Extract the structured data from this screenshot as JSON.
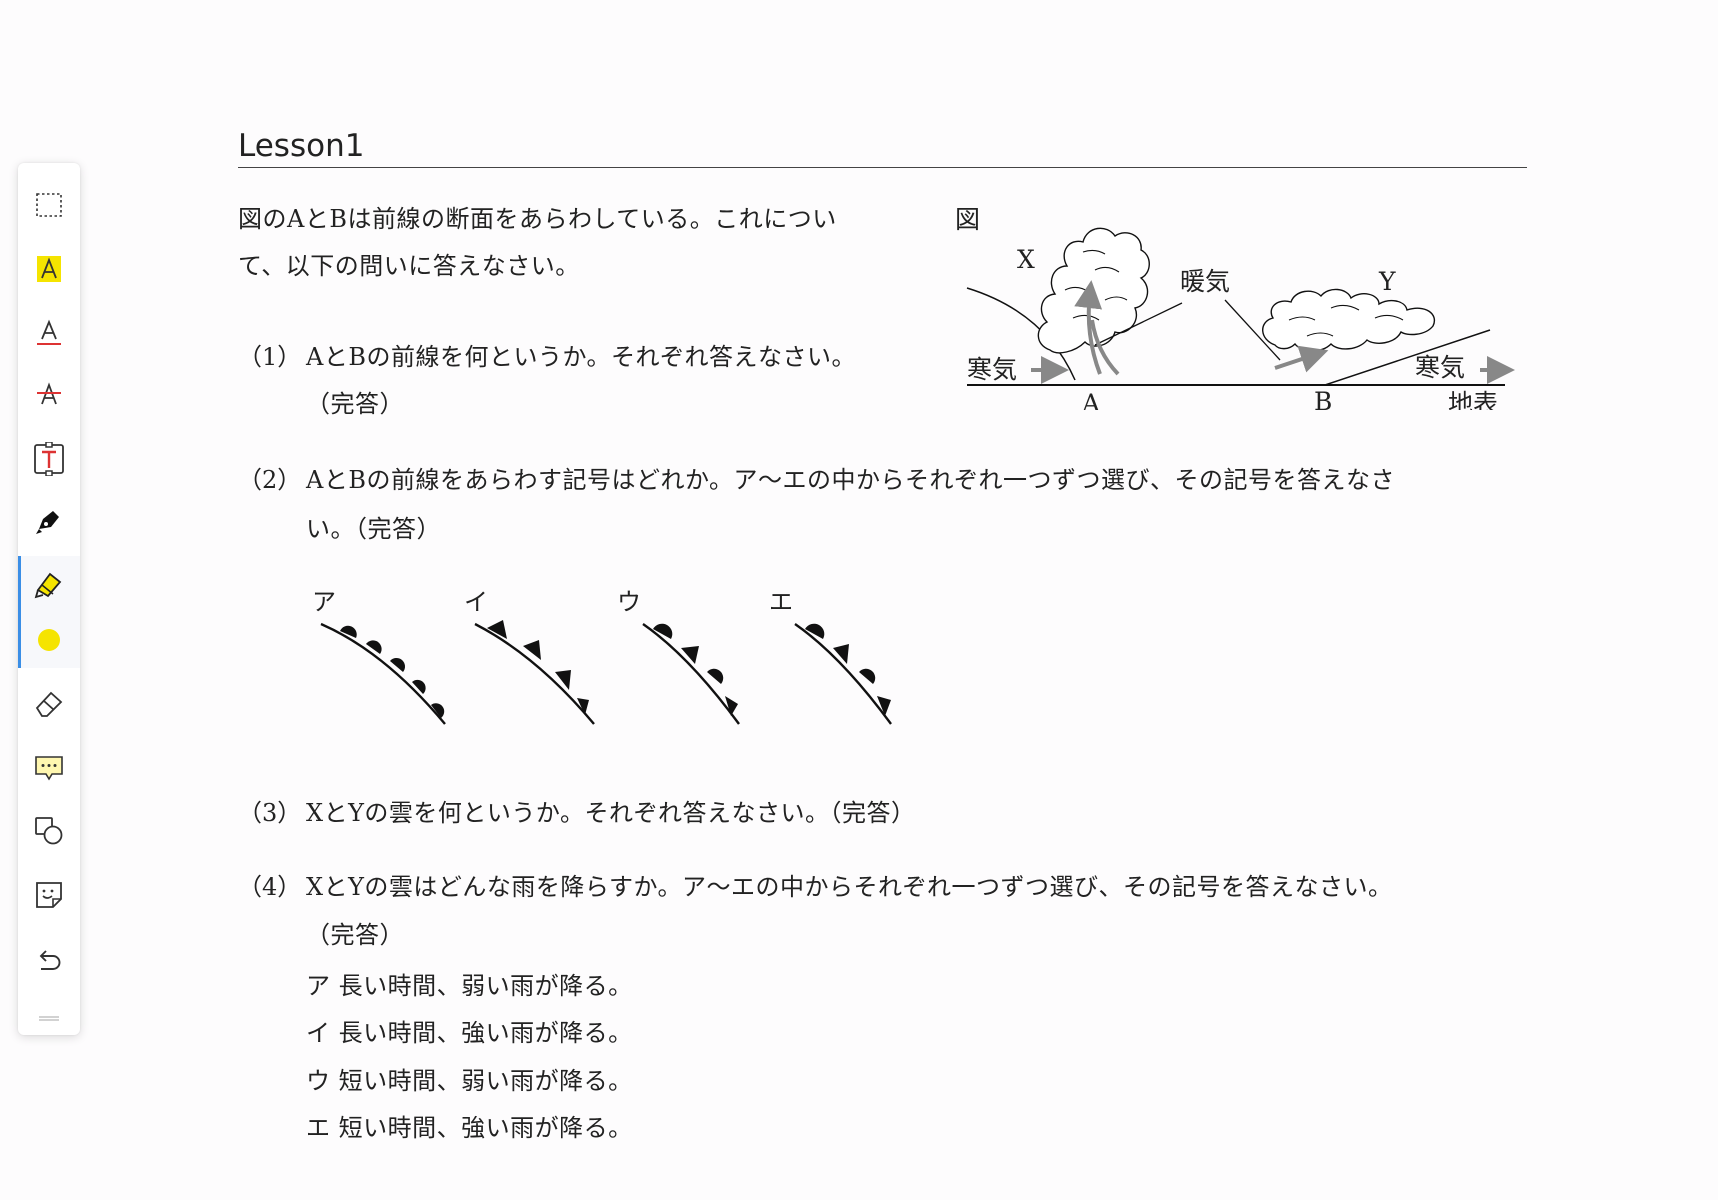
{
  "toolbar": {
    "icons": [
      "select-icon",
      "highlight-text-icon",
      "underline-text-icon",
      "strikethrough-text-icon",
      "text-box-icon",
      "pen-icon",
      "highlighter-icon",
      "color-dot-icon",
      "eraser-icon",
      "comment-icon",
      "shapes-icon",
      "sticker-icon",
      "undo-icon"
    ],
    "active_color": "#f5e400",
    "accent": "#3a8ee6"
  },
  "lesson": {
    "title": "Lesson1",
    "intro": [
      "図のAとBは前線の断面をあらわしている。これについ",
      "て、以下の問いに答えなさい。"
    ]
  },
  "figure": {
    "caption": "図",
    "label_x": "X",
    "label_y": "Y",
    "warm_air": "暖気",
    "cold_air_left": "寒気",
    "cold_air_right": "寒気",
    "label_a": "A",
    "label_b": "B",
    "ground": "地表"
  },
  "questions": {
    "q1": {
      "number": "（1）",
      "lines": [
        "AとBの前線を何というか。それぞれ答えなさい。",
        "（完答）"
      ]
    },
    "q2": {
      "number": "（2）",
      "lines": [
        "AとBの前線をあらわす記号はどれか。ア〜エの中からそれぞれ一つずつ選び、その記号を答えなさ",
        "い。（完答）"
      ]
    },
    "q3": {
      "number": "（3）",
      "lines": [
        "XとYの雲を何というか。それぞれ答えなさい。（完答）"
      ]
    },
    "q4": {
      "number": "（4）",
      "lines": [
        "XとYの雲はどんな雨を降らすか。ア〜エの中からそれぞれ一つずつ選び、その記号を答えなさい。",
        "（完答）"
      ]
    }
  },
  "front_symbols": {
    "labels": [
      "ア",
      "イ",
      "ウ",
      "エ"
    ]
  },
  "choices": [
    "ア 長い時間、弱い雨が降る。",
    "イ 長い時間、強い雨が降る。",
    "ウ 短い時間、弱い雨が降る。",
    "エ 短い時間、強い雨が降る。"
  ]
}
